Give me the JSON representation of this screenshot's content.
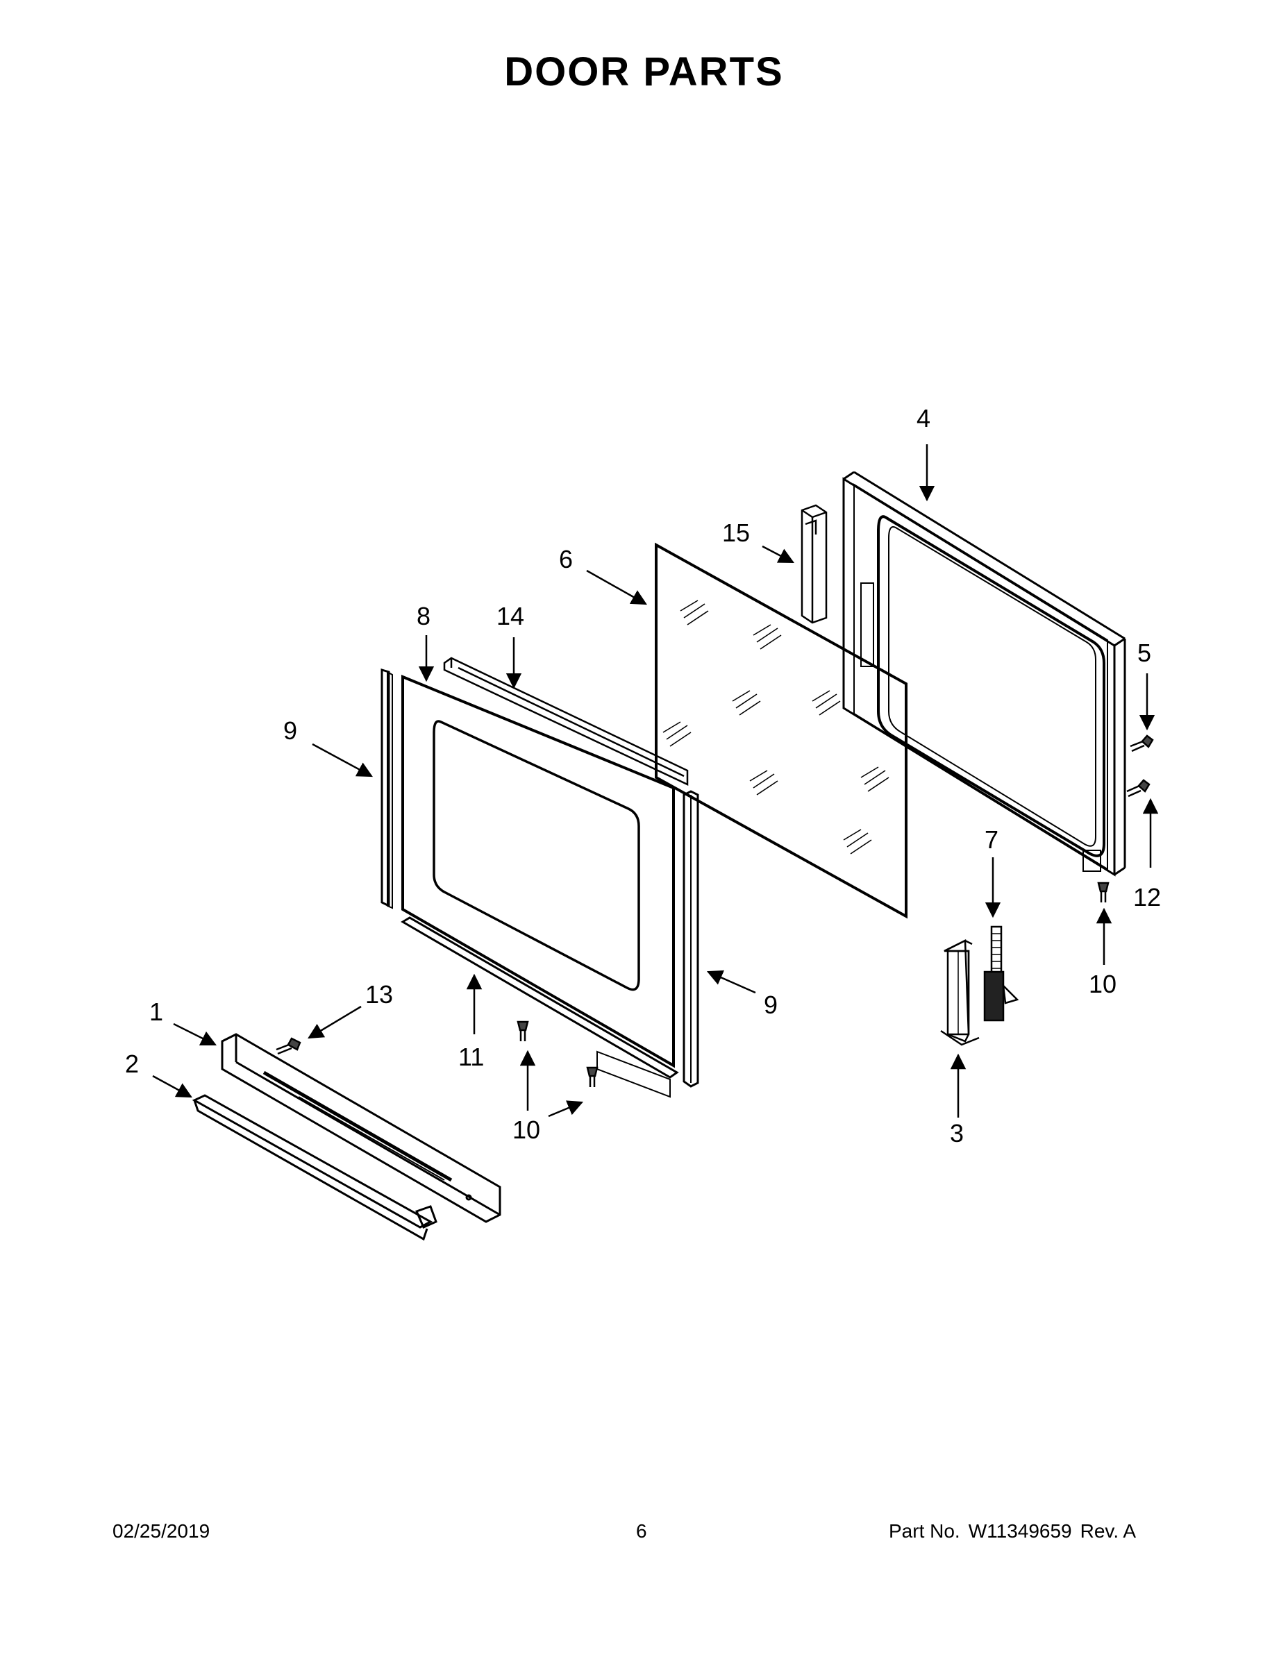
{
  "title": "DOOR PARTS",
  "callouts": {
    "c1": "1",
    "c2": "2",
    "c3": "3",
    "c4": "4",
    "c5": "5",
    "c6": "6",
    "c7": "7",
    "c8": "8",
    "c9a": "9",
    "c9b": "9",
    "c10a": "10",
    "c10b": "10",
    "c11": "11",
    "c12": "12",
    "c13": "13",
    "c14": "14",
    "c15": "15"
  },
  "footer": {
    "date": "02/25/2019",
    "page": "6",
    "part_label": "Part No.",
    "part_number": "W11349659",
    "rev": "Rev. A"
  }
}
